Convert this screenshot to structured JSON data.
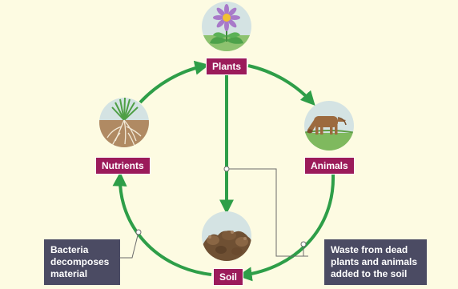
{
  "colors": {
    "background": "#fdfbe2",
    "arrow": "#2e9e48",
    "label_box": "#9b1b5a",
    "callout_box": "#4b4b63",
    "connector": "#6b6b6b",
    "circle_bg": "#d4e3e3"
  },
  "nodes": {
    "plants": {
      "label": "Plants",
      "icon": "flower-icon"
    },
    "animals": {
      "label": "Animals",
      "icon": "cow-icon"
    },
    "soil": {
      "label": "Soil",
      "icon": "soil-icon"
    },
    "nutrients": {
      "label": "Nutrients",
      "icon": "grass-roots-icon"
    }
  },
  "callouts": {
    "bacteria": {
      "lines": [
        "Bacteria",
        "decomposes",
        "material"
      ]
    },
    "waste": {
      "lines": [
        "Waste from dead",
        "plants and animals",
        "added to the soil"
      ]
    }
  }
}
